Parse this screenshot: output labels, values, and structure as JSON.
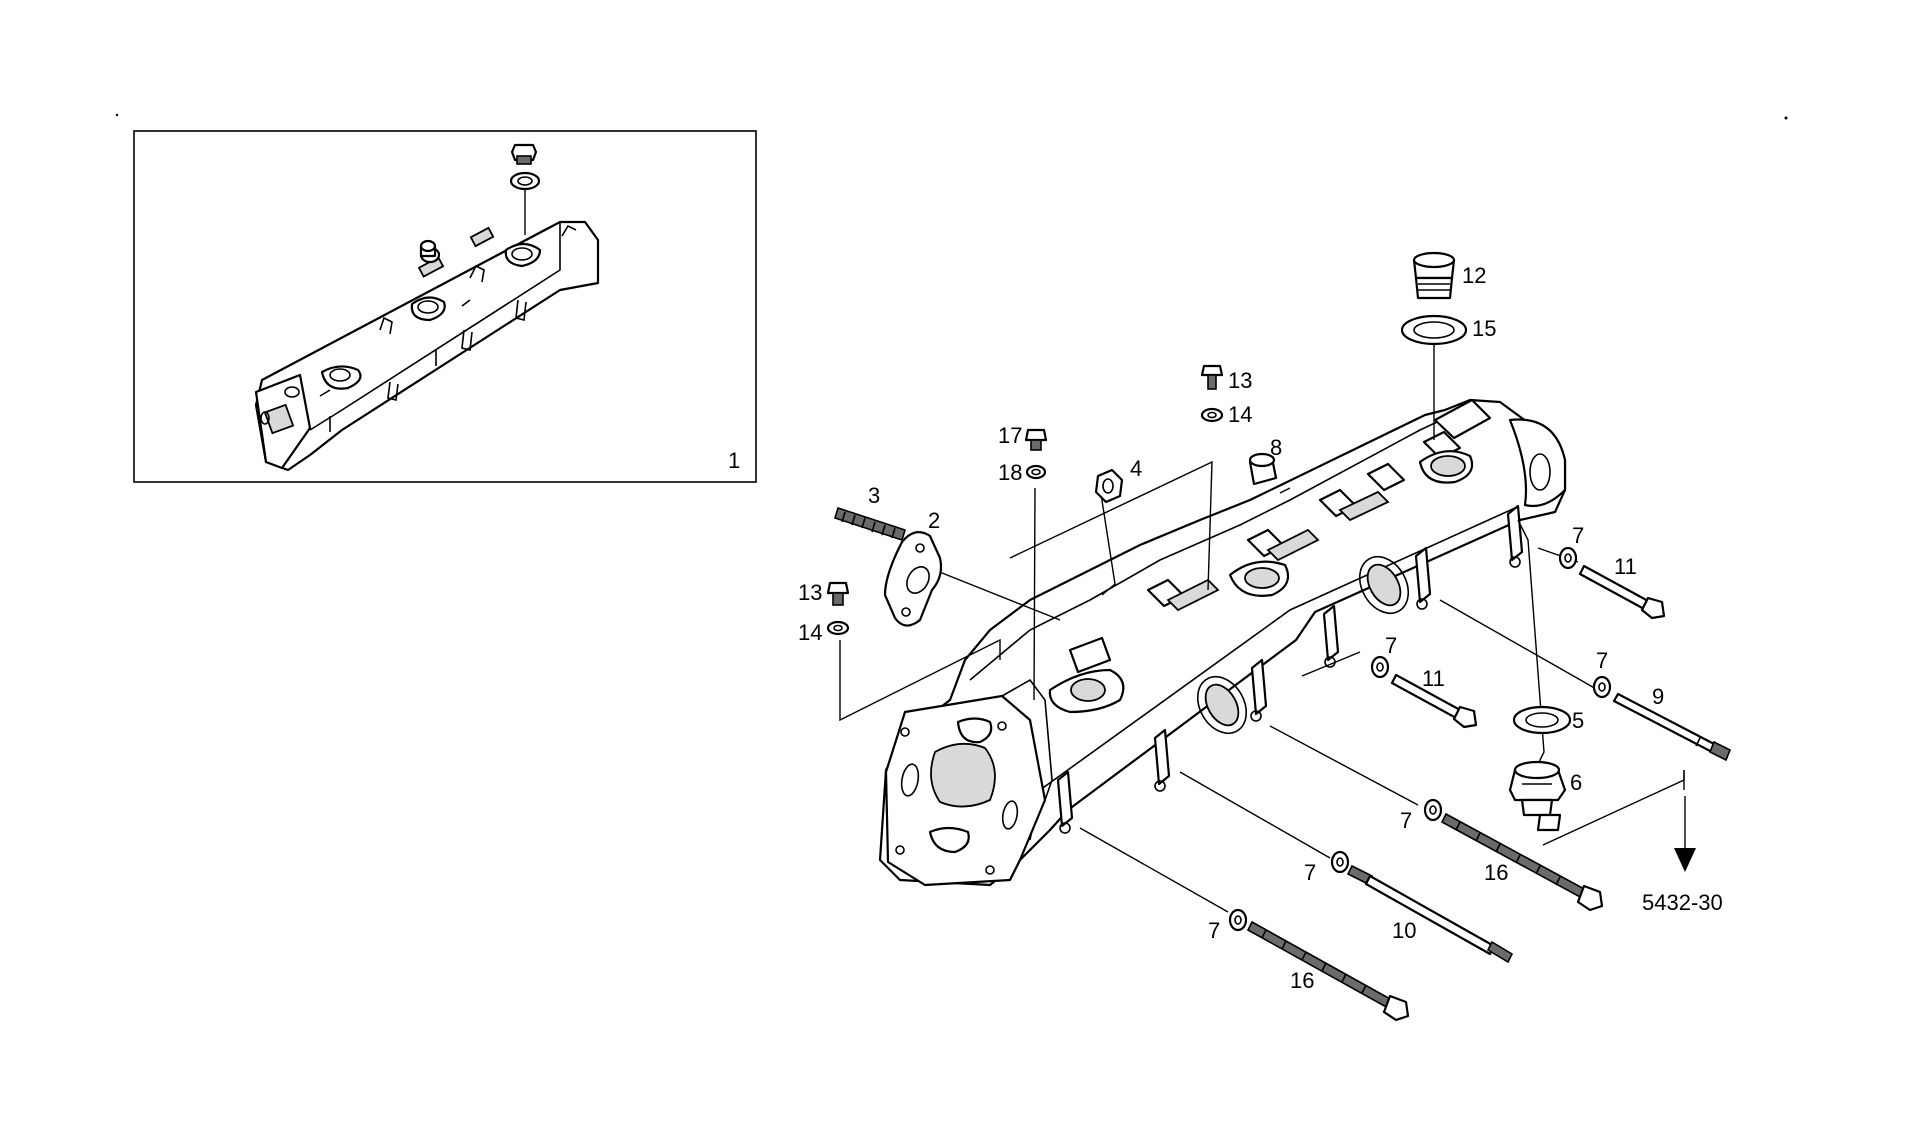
{
  "inset": {
    "label": "1"
  },
  "callouts": {
    "c2": "2",
    "c3": "3",
    "c4": "4",
    "c5": "5",
    "c6": "6",
    "c7a": "7",
    "c7b": "7",
    "c7c": "7",
    "c7d": "7",
    "c7e": "7",
    "c7f": "7",
    "c8": "8",
    "c9": "9",
    "c10": "10",
    "c11a": "11",
    "c11b": "11",
    "c12": "12",
    "c13a": "13",
    "c13b": "13",
    "c14a": "14",
    "c14b": "14",
    "c15": "15",
    "c16a": "16",
    "c16b": "16",
    "c17": "17",
    "c18": "18"
  },
  "reference": {
    "label": "5432-30"
  },
  "icons": [
    "manifold",
    "bolt",
    "washer",
    "gasket",
    "plug",
    "nut",
    "arrow-down"
  ]
}
